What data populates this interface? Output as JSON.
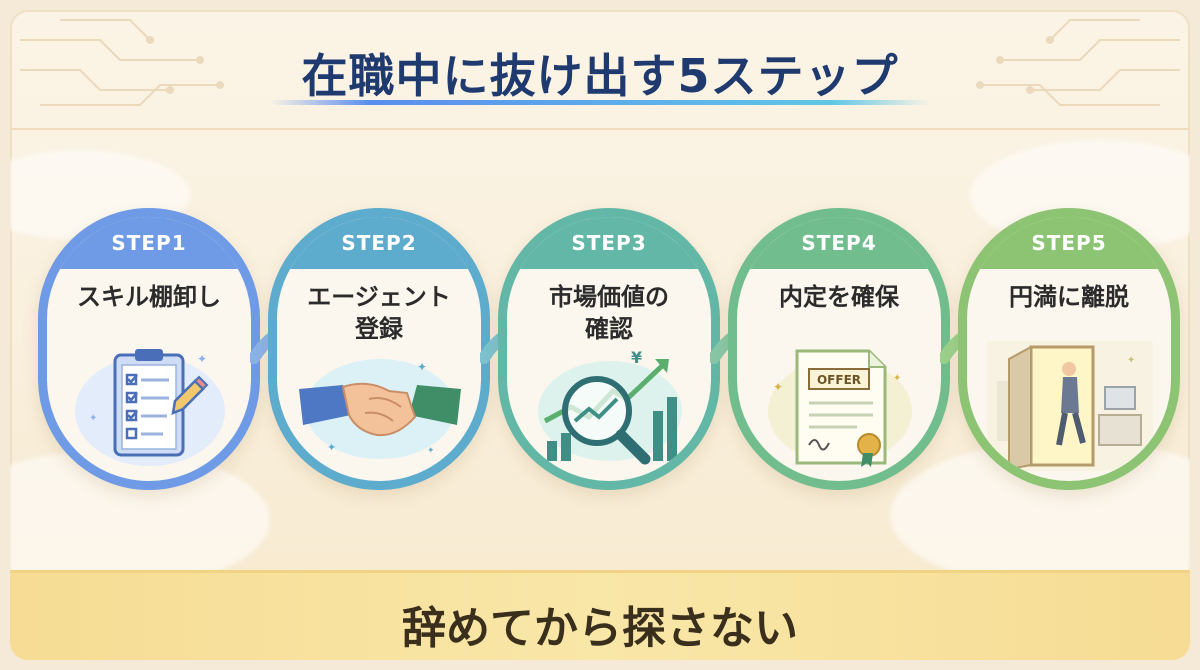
{
  "title": "在職中に抜け出す5ステップ",
  "steps": [
    {
      "badge": "STEP1",
      "label": "スキル棚卸し",
      "icon": "clipboard-checklist-icon",
      "color": "#6f9ae6"
    },
    {
      "badge": "STEP2",
      "label": "エージェント\n登録",
      "icon": "handshake-icon",
      "color": "#5eaccd"
    },
    {
      "badge": "STEP3",
      "label": "市場価値の\n確認",
      "icon": "magnifier-chart-icon",
      "color": "#63b7a6"
    },
    {
      "badge": "STEP4",
      "label": "内定を確保",
      "icon": "offer-document-icon",
      "color": "#72bd8e",
      "offer_text": "OFFER"
    },
    {
      "badge": "STEP5",
      "label": "円満に離脱",
      "icon": "exit-door-icon",
      "color": "#8cc474"
    }
  ],
  "footer": {
    "text": "辞めてから探さない"
  },
  "colors": {
    "title": "#1f3a6e",
    "banner": "#f7df9c",
    "background": "#fbf4e6"
  }
}
